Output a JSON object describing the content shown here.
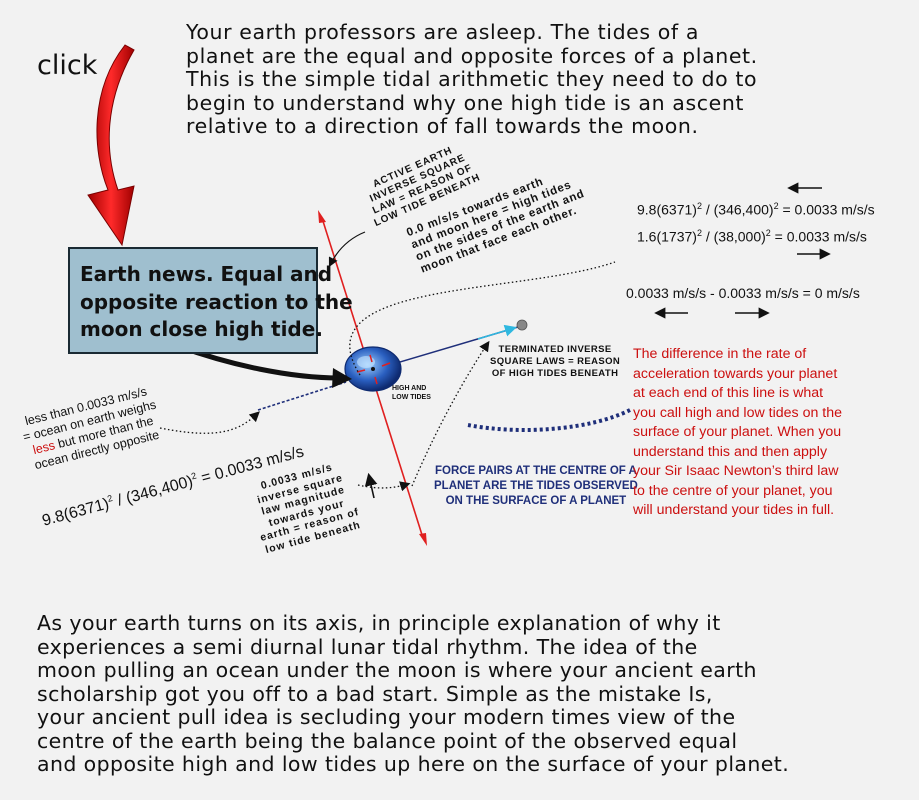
{
  "intro_lines": [
    "Your earth professors are asleep. The tides of a",
    "planet are the equal and opposite forces of a planet.",
    "This is the simple tidal arithmetic they need to do to",
    "begin to understand why one high tide is an ascent",
    "relative to a direction of fall towards the moon."
  ],
  "click_label": "click",
  "news_lines": [
    "Earth news. Equal and",
    "opposite reaction to the",
    "moon close high tide."
  ],
  "active_label_lines": [
    "ACTIVE EARTH",
    "INVERSE SQUARE",
    "LAW = REASON OF",
    "LOW TIDE BENEATH"
  ],
  "zero_label_lines": [
    "0.0 m/s/s towards earth",
    "and moon here = high tides",
    "on the sides of the earth and",
    "moon that face each other."
  ],
  "eq1": {
    "base": "9.8(6371)",
    "exp1": "2",
    "mid": " / (346,400)",
    "exp2": "2",
    "tail": " = 0.0033 m/s/s"
  },
  "eq2": {
    "base": "1.6(1737)",
    "exp1": "2",
    "mid": " / (38,000)",
    "exp2": "2",
    "tail": " = 0.0033 m/s/s"
  },
  "eq3": "0.0033 m/s/s -  0.0033 m/s/s = 0 m/s/s",
  "eq4": {
    "base": "9.8(6371)",
    "exp1": "2",
    "mid": " / (346,400)",
    "exp2": "2",
    "tail": " = 0.0033 m/s/s"
  },
  "terminated_lines": [
    "TERMINATED INVERSE",
    "SQUARE LAWS = REASON",
    "OF HIGH TIDES BENEATH"
  ],
  "high_low_lines": [
    "HIGH AND",
    "LOW TIDES"
  ],
  "less_lines": [
    "less than 0.0033 m/s/s",
    "= ocean on earth weighs",
    "less",
    " but more than the",
    "ocean directly opposite"
  ],
  "inverse_lines": [
    "0.0033 m/s/s",
    "inverse square",
    "law magnitude",
    "towards your",
    "earth = reason of",
    "low tide beneath"
  ],
  "force_pairs_lines": [
    "FORCE PAIRS AT THE CENTRE OF A",
    "PLANET ARE THE TIDES OBSERVED",
    "ON THE SURFACE OF A PLANET"
  ],
  "red_lines": [
    "The difference in the rate of",
    "acceleration towards your planet",
    "at each end of this line is what",
    "you call high and low tides on the",
    "surface of your planet. When you",
    "understand this and then apply",
    "your Sir Isaac Newton’s third law",
    "to the centre of your planet, you",
    "will understand your tides in full."
  ],
  "outro_lines": [
    "As your earth turns on its axis, in principle explanation of why it",
    "experiences a semi diurnal lunar tidal rhythm. The idea of the",
    "moon pulling an ocean under the moon is where your ancient earth",
    "scholarship got you off to a bad start. Simple as the mistake Is,",
    "your ancient pull idea is secluding your modern times view of the",
    "centre of the earth being  the balance point of the observed equal",
    "and opposite high and low tides up here on the surface of your planet."
  ],
  "colors": {
    "red": "#cc1010",
    "navy": "#1f2f7a",
    "box": "#9fbfcf",
    "axis": "#e02020",
    "earth": "#2a5fc0"
  }
}
